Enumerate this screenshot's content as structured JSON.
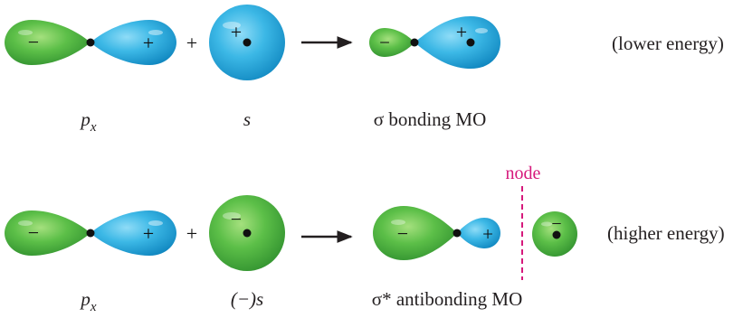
{
  "colors": {
    "positive_lobe": "#1ea7dc",
    "negative_lobe": "#4db848",
    "node_line": "#d6197c",
    "text": "#231f20"
  },
  "signs": {
    "plus": "+",
    "minus": "−"
  },
  "operators": {
    "plus": "+",
    "arrow": "→"
  },
  "rows": [
    {
      "id": "bonding",
      "p_label": {
        "main": "p",
        "sub": "x"
      },
      "s_label": "s",
      "mo_label": "σ bonding MO",
      "energy": "(lower energy)"
    },
    {
      "id": "antibonding",
      "p_label": {
        "main": "p",
        "sub": "x"
      },
      "s_label": "(−)s",
      "mo_label": "σ* antibonding MO",
      "energy": "(higher energy)",
      "node_label": "node"
    }
  ]
}
